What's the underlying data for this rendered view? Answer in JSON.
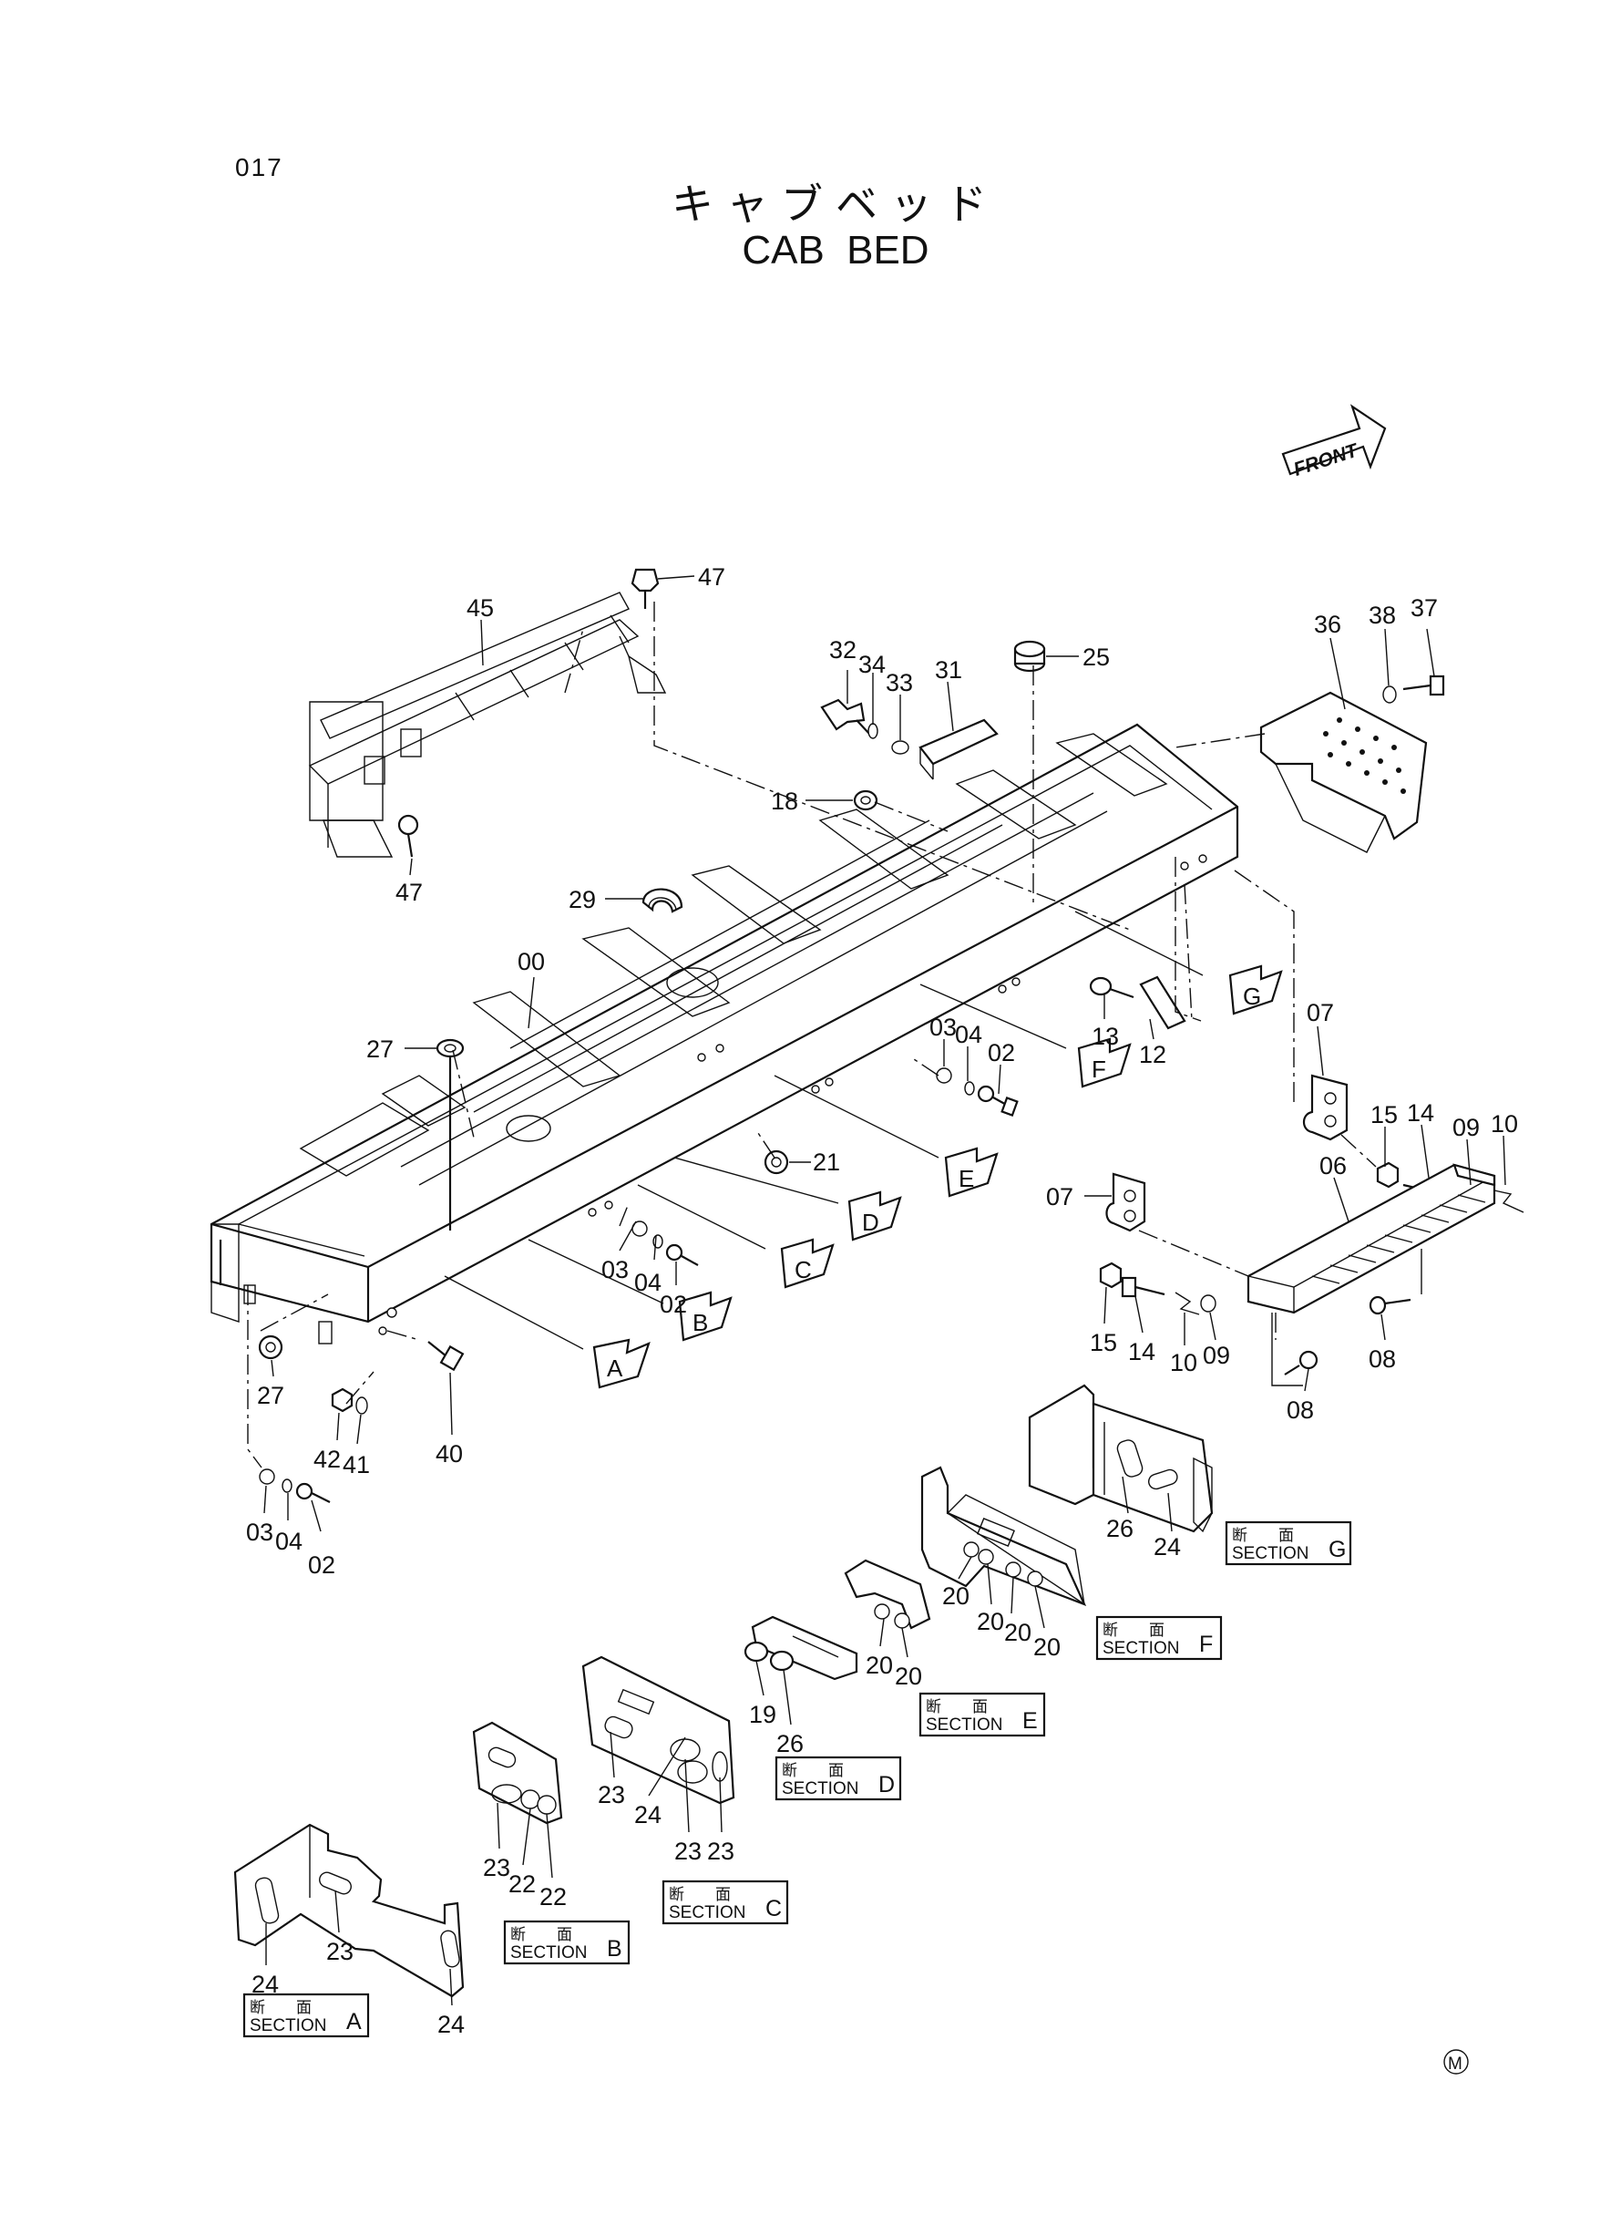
{
  "header": {
    "page_number": "017",
    "title_jp": "キャブベッド",
    "title_en": "CAB BED"
  },
  "front_indicator": "FRONT",
  "parts": [
    {
      "label": "00"
    },
    {
      "label": "45"
    },
    {
      "label": "47"
    },
    {
      "label": "47"
    },
    {
      "label": "32"
    },
    {
      "label": "34"
    },
    {
      "label": "33"
    },
    {
      "label": "31"
    },
    {
      "label": "25"
    },
    {
      "label": "36"
    },
    {
      "label": "38"
    },
    {
      "label": "37"
    },
    {
      "label": "18"
    },
    {
      "label": "29"
    },
    {
      "label": "27"
    },
    {
      "label": "13"
    },
    {
      "label": "12"
    },
    {
      "label": "07"
    },
    {
      "label": "15"
    },
    {
      "label": "14"
    },
    {
      "label": "09"
    },
    {
      "label": "10"
    },
    {
      "label": "03"
    },
    {
      "label": "04"
    },
    {
      "label": "02"
    },
    {
      "label": "21"
    },
    {
      "label": "06"
    },
    {
      "label": "07"
    },
    {
      "label": "03"
    },
    {
      "label": "04"
    },
    {
      "label": "02"
    },
    {
      "label": "15"
    },
    {
      "label": "14"
    },
    {
      "label": "10"
    },
    {
      "label": "09"
    },
    {
      "label": "08"
    },
    {
      "label": "08"
    },
    {
      "label": "27"
    },
    {
      "label": "42"
    },
    {
      "label": "41"
    },
    {
      "label": "40"
    },
    {
      "label": "03"
    },
    {
      "label": "04"
    },
    {
      "label": "02"
    },
    {
      "label": "26"
    },
    {
      "label": "24"
    },
    {
      "label": "20"
    },
    {
      "label": "20"
    },
    {
      "label": "20"
    },
    {
      "label": "20"
    },
    {
      "label": "20"
    },
    {
      "label": "20"
    },
    {
      "label": "19"
    },
    {
      "label": "26"
    },
    {
      "label": "23"
    },
    {
      "label": "24"
    },
    {
      "label": "23"
    },
    {
      "label": "23"
    },
    {
      "label": "23"
    },
    {
      "label": "22"
    },
    {
      "label": "22"
    },
    {
      "label": "24"
    },
    {
      "label": "23"
    },
    {
      "label": "24"
    }
  ],
  "callouts": [
    "A",
    "B",
    "C",
    "D",
    "E",
    "F",
    "G"
  ],
  "sections": [
    {
      "jp": "断　　面",
      "en": "SECTION",
      "letter": "A"
    },
    {
      "jp": "断　　面",
      "en": "SECTION",
      "letter": "B"
    },
    {
      "jp": "断　　面",
      "en": "SECTION",
      "letter": "C"
    },
    {
      "jp": "断　　面",
      "en": "SECTION",
      "letter": "D"
    },
    {
      "jp": "断　　面",
      "en": "SECTION",
      "letter": "E"
    },
    {
      "jp": "断　　面",
      "en": "SECTION",
      "letter": "F"
    },
    {
      "jp": "断　　面",
      "en": "SECTION",
      "letter": "G"
    }
  ],
  "footer_mark": "M"
}
